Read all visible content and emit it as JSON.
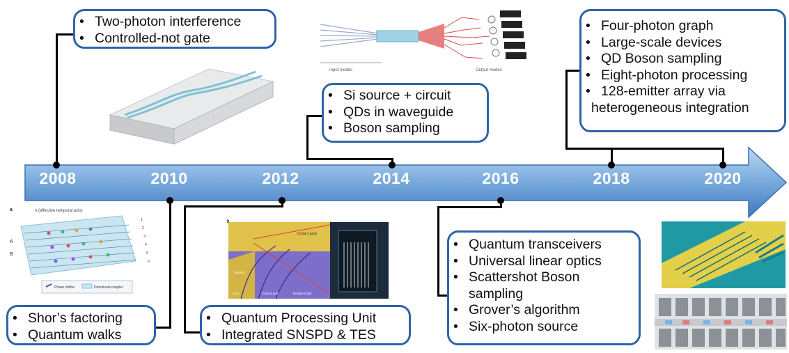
{
  "timeline": {
    "years": [
      "2008",
      "2010",
      "2012",
      "2014",
      "2016",
      "2018",
      "2020"
    ]
  },
  "milestones": [
    {
      "year": "2008",
      "items": [
        "Two-photon interference",
        "Controlled-not gate"
      ]
    },
    {
      "year": "2010",
      "items": [
        "Shor’s factoring",
        "Quantum walks"
      ]
    },
    {
      "year": "2012",
      "items": [
        "Quantum Processing Unit",
        "Integrated SNSPD & TES"
      ]
    },
    {
      "year": "2014",
      "items": [
        "Si source + circuit",
        "QDs in waveguide",
        "Boson sampling"
      ]
    },
    {
      "year": "2016",
      "items": [
        "Quantum transceivers",
        "Universal linear optics",
        "Scattershot Boson",
        "sampling",
        "Grover’s algorithm",
        "Six-photon source"
      ]
    },
    {
      "year": "2018–2020",
      "items": [
        "Four-photon graph",
        "Large-scale devices",
        "QD Boson sampling",
        "Eight-photon processing",
        "128-emitter array  via",
        "heterogeneous integration"
      ]
    }
  ],
  "colors": {
    "arrow_light": "#9cc3e8",
    "arrow_dark": "#3e78bd",
    "box_border": "#2f63a8",
    "connector": "#000000"
  },
  "figures": {
    "walk_panel_label": "a",
    "walk_axis_label": "n (effective temporal axis)",
    "walk_input_a": "A",
    "walk_input_b": "B",
    "walk_legend_phase": "Phase shifter",
    "walk_legend_coupler": "Directional coupler",
    "chip_panel_label": "b",
    "chip_label_contact": "Contact pads",
    "chip_label_input": "Input",
    "chip_label_control": "Control port",
    "chip_label_readout": "Readout light",
    "chip_label_device": "SNSPD",
    "boson_label_input": "Input modes",
    "boson_label_output": "Output modes"
  }
}
